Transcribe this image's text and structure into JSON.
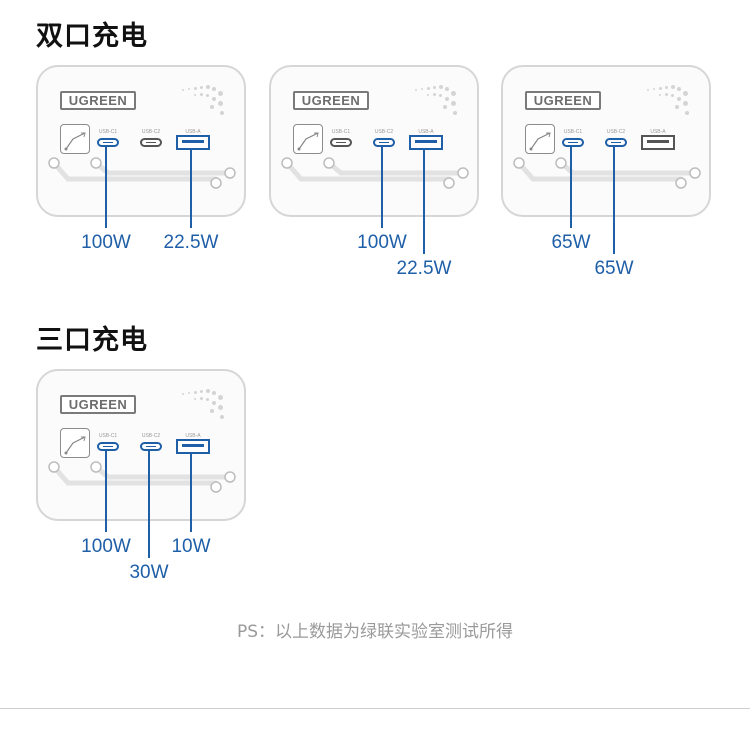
{
  "sections": [
    {
      "title": "双口充电"
    },
    {
      "title": "三口充电"
    }
  ],
  "brand": "UGREEN",
  "port_labels": {
    "c1": "USB-C1",
    "c2": "USB-C2",
    "a": "USB-A"
  },
  "cards": [
    {
      "active": {
        "c1": true,
        "c2": false,
        "a": true
      },
      "watts": {
        "c1": "100W",
        "a": "22.5W"
      }
    },
    {
      "active": {
        "c1": false,
        "c2": true,
        "a": true
      },
      "watts": {
        "c2": "100W",
        "a": "22.5W"
      }
    },
    {
      "active": {
        "c1": true,
        "c2": true,
        "a": false
      },
      "watts": {
        "c1": "65W",
        "c2": "65W"
      }
    },
    {
      "active": {
        "c1": true,
        "c2": true,
        "a": true
      },
      "watts": {
        "c1": "100W",
        "c2": "30W",
        "a": "10W"
      }
    }
  ],
  "footnote": "PS：以上数据为绿联实验室测试所得",
  "colors": {
    "accent": "#1f5fa8",
    "inactive": "#555555"
  }
}
